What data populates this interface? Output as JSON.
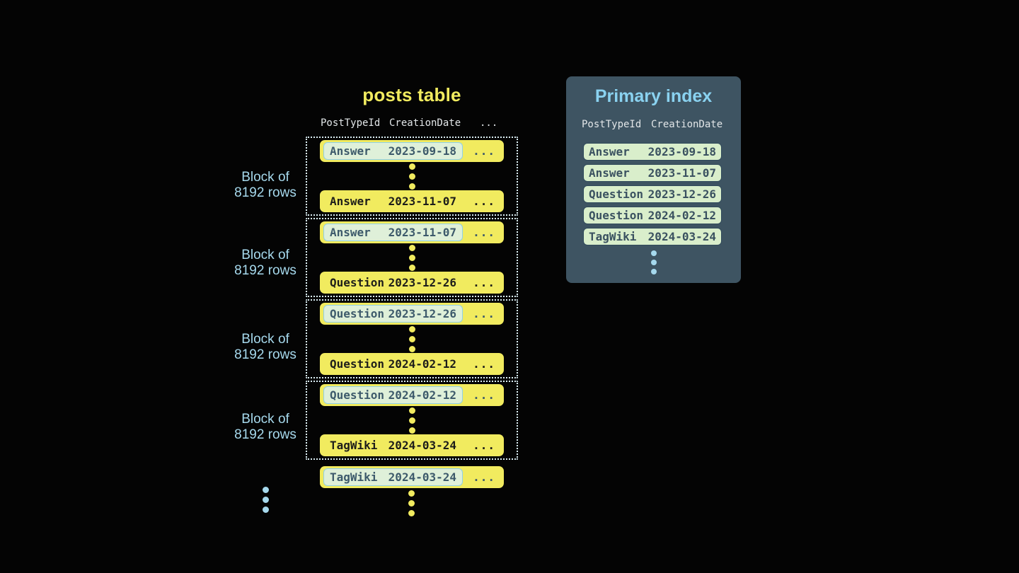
{
  "posts_table": {
    "title": "posts table",
    "headers": {
      "col1": "PostTypeId",
      "col2": "CreationDate",
      "col3": "..."
    },
    "row_more": "...",
    "blocks": [
      {
        "label": [
          "Block of",
          "8192 rows"
        ],
        "first_row": {
          "post_type": "Answer",
          "creation_date": "2023-09-18"
        },
        "last_row": {
          "post_type": "Answer",
          "creation_date": "2023-11-07"
        }
      },
      {
        "label": [
          "Block of",
          "8192 rows"
        ],
        "first_row": {
          "post_type": "Answer",
          "creation_date": "2023-11-07"
        },
        "last_row": {
          "post_type": "Question",
          "creation_date": "2023-12-26"
        }
      },
      {
        "label": [
          "Block of",
          "8192 rows"
        ],
        "first_row": {
          "post_type": "Question",
          "creation_date": "2023-12-26"
        },
        "last_row": {
          "post_type": "Question",
          "creation_date": "2024-02-12"
        }
      },
      {
        "label": [
          "Block of",
          "8192 rows"
        ],
        "first_row": {
          "post_type": "Question",
          "creation_date": "2024-02-12"
        },
        "last_row": {
          "post_type": "TagWiki",
          "creation_date": "2024-03-24"
        }
      }
    ],
    "overflow_row": {
      "post_type": "TagWiki",
      "creation_date": "2024-03-24"
    }
  },
  "primary_index": {
    "title": "Primary index",
    "headers": {
      "col1": "PostTypeId",
      "col2": "CreationDate"
    },
    "rows": [
      {
        "post_type": "Answer",
        "creation_date": "2023-09-18"
      },
      {
        "post_type": "Answer",
        "creation_date": "2023-11-07"
      },
      {
        "post_type": "Question",
        "creation_date": "2023-12-26"
      },
      {
        "post_type": "Question",
        "creation_date": "2024-02-12"
      },
      {
        "post_type": "TagWiki",
        "creation_date": "2024-03-24"
      }
    ]
  },
  "colors": {
    "background": "#040404",
    "row_yellow": "#f1eb5f",
    "row_text_dark": "#1d1d1a",
    "highlight_bg": "#dff0d9",
    "highlight_border": "#8fd0e9",
    "highlight_text": "#3d5a6b",
    "block_dotted_border": "#dbeef4",
    "label_blue": "#a6d9ed",
    "panel_bg": "#3e5462",
    "panel_title_blue": "#8ad2f0",
    "index_row_bg": "#d9eecb",
    "index_row_text": "#3a5160",
    "header_text": "#e2e6e8"
  }
}
